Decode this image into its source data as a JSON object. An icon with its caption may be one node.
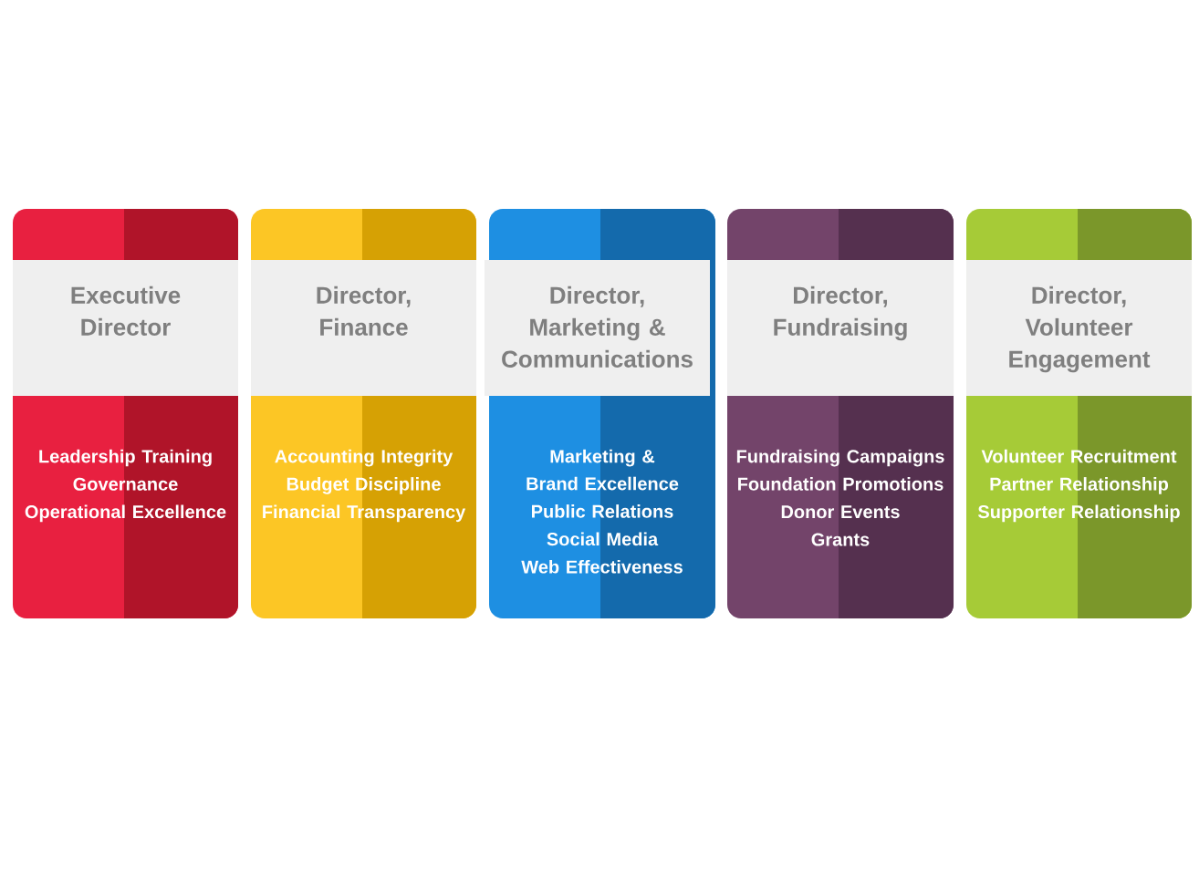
{
  "diagram": {
    "nodes": [
      {
        "text": [
          "Executive Director",
          "Leadership Training",
          "Governance",
          "Operational Excellence"
        ]
      },
      {
        "text": [
          "Director, Finance",
          "Accounting Integrity",
          "Budget Discipline",
          "Financial Transparency"
        ]
      },
      {
        "text": [
          "Director, Marketing & Communications",
          "Marketing & Brand Excellence",
          "Public Relations",
          "Social Media",
          "Web Effectiveness"
        ]
      },
      {
        "text": [
          "Director, Fundraising",
          "Fundraising Campaigns",
          "Foundation Promotions",
          "Donor Events",
          "Grants"
        ]
      },
      {
        "text": [
          "Director, Volunteer Engagement",
          "Volunteer Recruitment",
          "Partner Relationship",
          "Supporter Relationship"
        ]
      }
    ]
  }
}
